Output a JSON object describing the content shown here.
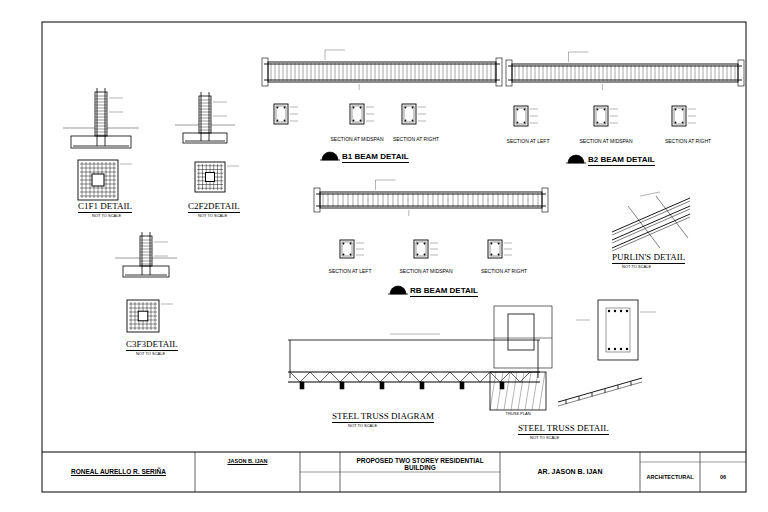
{
  "diagram": {
    "nodes": [
      {
        "text": [
          "RONEAL AURELLO R. SERIÑA"
        ]
      },
      {
        "text": [
          "JASON B. IJAN"
        ]
      },
      {
        "text": [
          "PROPOSED TWO STOREY RESIDENTIAL BUILDING"
        ]
      },
      {
        "text": [
          "AR. JASON B. IJAN"
        ]
      },
      {
        "text": [
          "ARCHITECTURAL"
        ]
      },
      {
        "text": [
          "06"
        ]
      }
    ],
    "labels": [
      "C1F1 DETAIL",
      "NOT TO SCALE",
      "C2F2DETAIL",
      "NOT TO SCALE",
      "C3F3DETAIL",
      "NOT TO SCALE",
      "SECTION AT MIDSPAN",
      "SECTION AT RIGHT",
      "B1 BEAM DETAIL",
      "SECTION AT LEFT",
      "SECTION AT MIDSPAN",
      "SECTION AT RIGHT",
      "B2 BEAM DETAIL",
      "SECTION AT LEFT",
      "SECTION AT MIDSPAN",
      "SECTION AT RIGHT",
      "RB BEAM DETAIL",
      "PURLIN'S DETAIL",
      "NOT TO SCALE",
      "STEEL TRUSS DIAGRAM",
      "NOT TO SCALE",
      "STEEL TRUSS DETAIL",
      "NOT TO SCALE",
      "TRUSS PLAN"
    ]
  }
}
